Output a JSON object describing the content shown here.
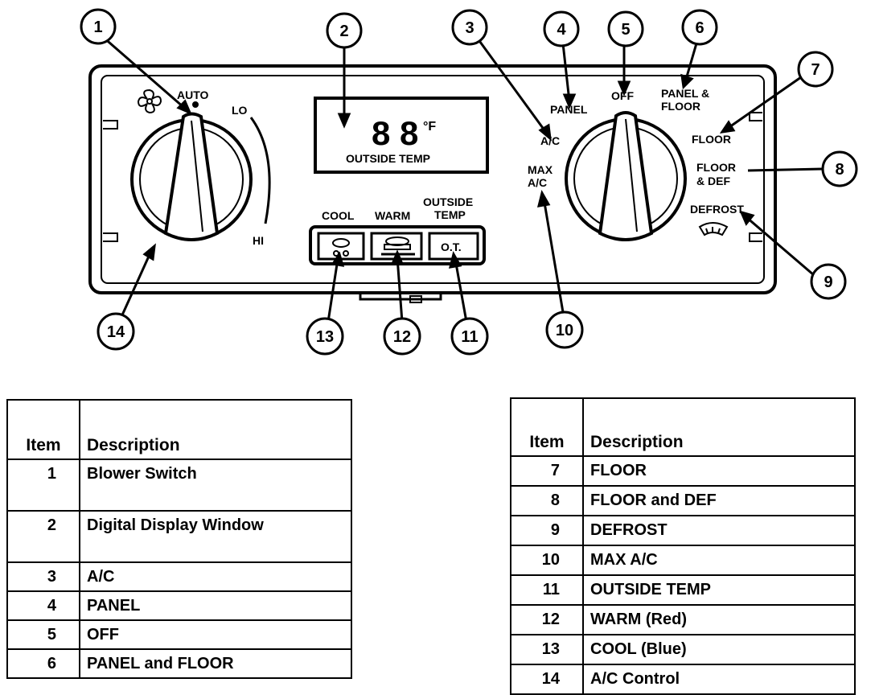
{
  "panel_labels": {
    "auto": "AUTO",
    "lo": "LO",
    "hi": "HI",
    "display_digits": "8 8",
    "display_unit": "°F",
    "display_caption": "OUTSIDE TEMP",
    "cool": "COOL",
    "warm": "WARM",
    "outside_temp_line1": "OUTSIDE",
    "outside_temp_line2": "TEMP",
    "ot_button": "O.T.",
    "panel": "PANEL",
    "off": "OFF",
    "panel_floor_line1": "PANEL &",
    "panel_floor_line2": "FLOOR",
    "floor": "FLOOR",
    "floor_def_line1": "FLOOR",
    "floor_def_line2": "& DEF",
    "defrost": "DEFROST",
    "ac": "A/C",
    "max_ac_line1": "MAX",
    "max_ac_line2": "A/C"
  },
  "callouts": [
    "1",
    "2",
    "3",
    "4",
    "5",
    "6",
    "7",
    "8",
    "9",
    "10",
    "11",
    "12",
    "13",
    "14"
  ],
  "table_left": {
    "header_item": "Item",
    "header_desc": "Description",
    "rows": [
      {
        "item": "1",
        "desc": "Blower Switch"
      },
      {
        "item": "2",
        "desc": "Digital Display Window"
      },
      {
        "item": "3",
        "desc": "A/C"
      },
      {
        "item": "4",
        "desc": "PANEL"
      },
      {
        "item": "5",
        "desc": "OFF"
      },
      {
        "item": "6",
        "desc": "PANEL and FLOOR"
      }
    ]
  },
  "table_right": {
    "header_item": "Item",
    "header_desc": "Description",
    "rows": [
      {
        "item": "7",
        "desc": "FLOOR"
      },
      {
        "item": "8",
        "desc": "FLOOR and DEF"
      },
      {
        "item": "9",
        "desc": "DEFROST"
      },
      {
        "item": "10",
        "desc": "MAX A/C"
      },
      {
        "item": "11",
        "desc": "OUTSIDE TEMP"
      },
      {
        "item": "12",
        "desc": "WARM (Red)"
      },
      {
        "item": "13",
        "desc": "COOL (Blue)"
      },
      {
        "item": "14",
        "desc": "A/C Control"
      }
    ]
  }
}
